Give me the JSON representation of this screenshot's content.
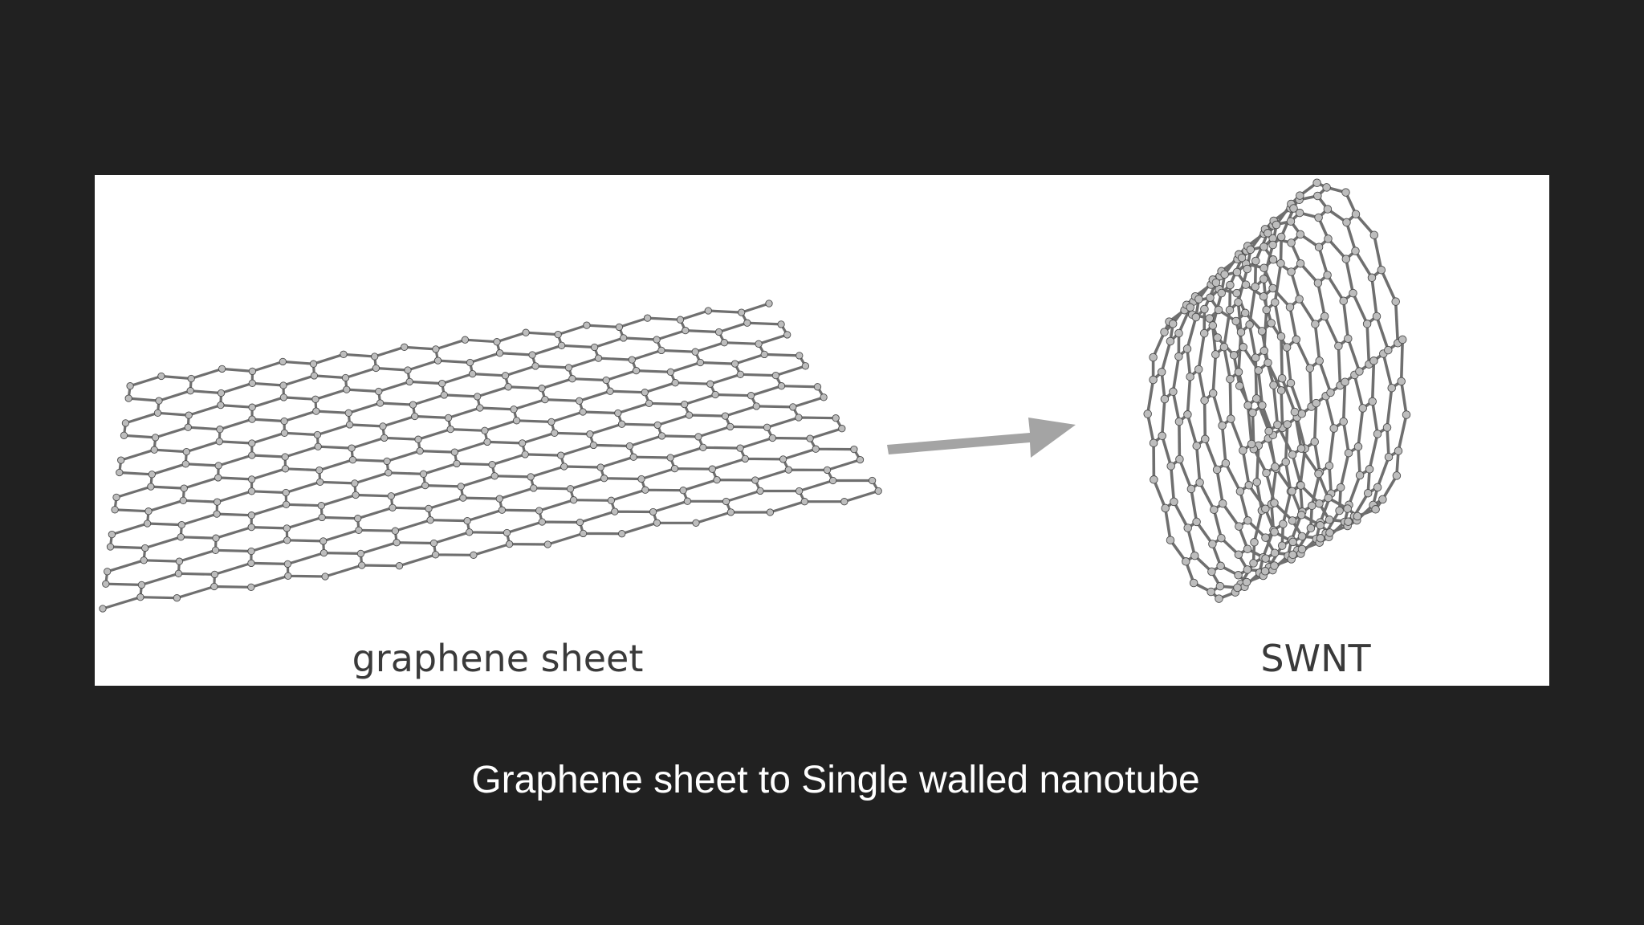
{
  "figure": {
    "left_label": "graphene sheet",
    "right_label": "SWNT"
  },
  "caption": "Graphene sheet to Single walled nanotube",
  "colors": {
    "background": "#212121",
    "panel": "#ffffff",
    "bond": "#6f6f6f",
    "atom": "#bdbdbd",
    "arrow": "#a4a4a4"
  }
}
